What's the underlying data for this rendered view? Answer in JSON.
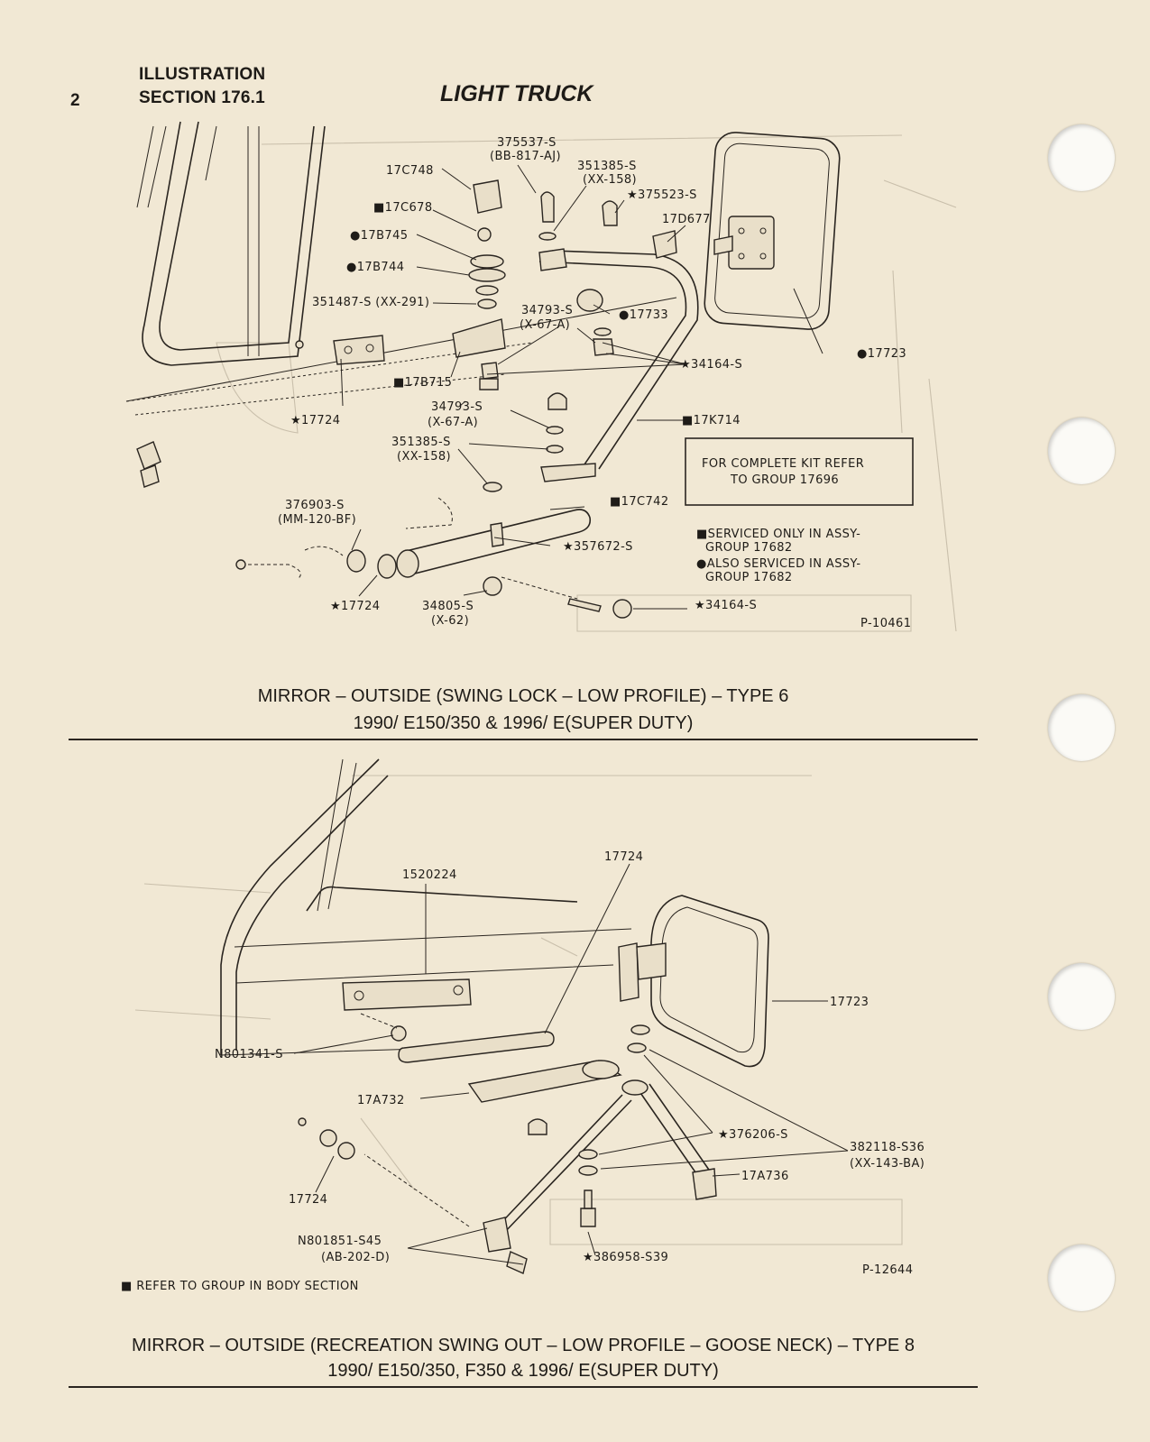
{
  "header": {
    "page_number": "2",
    "illustration_label": "ILLUSTRATION",
    "section_label": "SECTION 176.1",
    "title": "LIGHT TRUCK"
  },
  "figure1": {
    "labels": {
      "p375537": "375537-S",
      "p375537b": "(BB-817-AJ)",
      "p17c748": "17C748",
      "p351385a": "351385-S",
      "p351385a_b": "(XX-158)",
      "p375523": "★375523-S",
      "p17c678": "■17C678",
      "p17d677": "17D677",
      "p17b745": "●17B745",
      "p17b744": "●17B744",
      "p351487": "351487-S (XX-291)",
      "p34793a": "34793-S",
      "p34793a_b": "(X-67-A)",
      "p17733": "●17733",
      "p17723": "●17723",
      "p34164a": "★34164-S",
      "p17b715": "■17B715",
      "p17724a": "★17724",
      "p34793b": "34793-S",
      "p34793b_b": "(X-67-A)",
      "p17k714": "■17K714",
      "p351385b": "351385-S",
      "p351385b_b": "(XX-158)",
      "kit_note_1": "FOR COMPLETE KIT REFER",
      "kit_note_2": "TO GROUP 17696",
      "p17c742": "■17C742",
      "p376903": "376903-S",
      "p376903_b": "(MM-120-BF)",
      "p357672": "★357672-S",
      "note_serviced_1": "■SERVICED ONLY IN ASSY-",
      "note_serviced_2": "GROUP 17682",
      "note_also_1": "●ALSO SERVICED IN ASSY-",
      "note_also_2": "GROUP 17682",
      "p17724b": "★17724",
      "p34805": "34805-S",
      "p34805_b": "(X-62)",
      "p34164b": "★34164-S",
      "ref": "P-10461"
    },
    "caption_line1": "MIRROR – OUTSIDE (SWING LOCK – LOW PROFILE) – TYPE 6",
    "caption_line2": "1990/ E150/350 & 1996/ E(SUPER DUTY)"
  },
  "figure2": {
    "labels": {
      "p1520224": "1520224",
      "p17724a": "17724",
      "p17723": "17723",
      "pn801341": "N801341-S",
      "p17a732": "17A732",
      "p376206": "★376206-S",
      "p382118": "382118-S36",
      "p382118_b": "(XX-143-BA)",
      "p17a736": "17A736",
      "p17724b": "17724",
      "pn801851": "N801851-S45",
      "pn801851_b": "(AB-202-D)",
      "p386958": "★386958-S39",
      "ref": "P-12644",
      "body_note": "■ REFER TO GROUP IN BODY SECTION"
    },
    "caption_line1": "MIRROR – OUTSIDE (RECREATION SWING OUT – LOW PROFILE – GOOSE NECK) – TYPE 8",
    "caption_line2": "1990/ E150/350, F350 & 1996/ E(SUPER DUTY)"
  }
}
